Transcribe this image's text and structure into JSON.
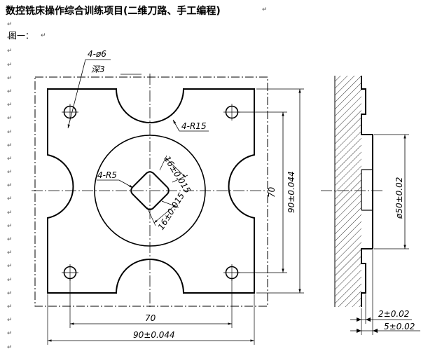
{
  "document": {
    "title": "数控铣床操作综合训练项目(二维刀路、手工编程)",
    "figure_label": "图一：",
    "paragraph_mark": "↵",
    "paragraph_mark_count": 25
  },
  "drawing": {
    "front_view": {
      "hole_callout": "4-ø6",
      "hole_depth": "深3",
      "arc_callout": "4-R15",
      "inner_fillet": "4-R5",
      "slot_width_top": "16±0.015",
      "slot_width_bottom": "16±0.015",
      "dim_height_70": "70",
      "dim_height_90": "90±0.044",
      "dim_width_70": "70",
      "dim_width_90": "90±0.044"
    },
    "side_view": {
      "dim_diameter": "ø50±0.02",
      "dim_step_2": "2±0.02",
      "dim_step_5": "5±0.02"
    }
  }
}
